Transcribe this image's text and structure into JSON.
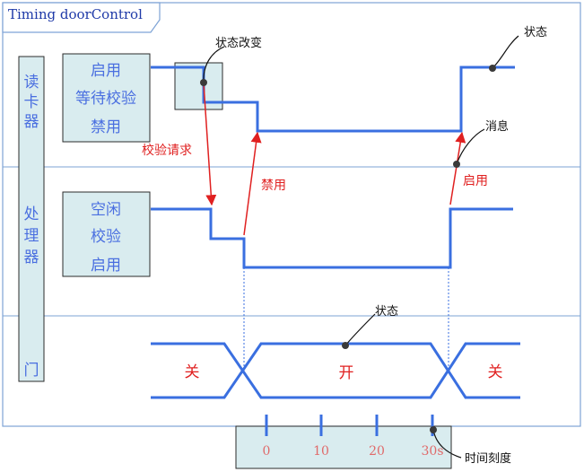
{
  "title": "Timing doorControl",
  "lanes": {
    "reader": [
      "读",
      "卡",
      "器"
    ],
    "processor": [
      "处",
      "理",
      "器"
    ],
    "door": [
      "门"
    ]
  },
  "reader_states": [
    "启用",
    "等待校验",
    "禁用"
  ],
  "processor_states": [
    "空闲",
    "校验",
    "启用"
  ],
  "door_states": {
    "closed_left": "关",
    "open": "开",
    "closed_right": "关"
  },
  "messages": {
    "verify_request": "校验请求",
    "disable": "禁用",
    "enable": "启用"
  },
  "annotations": {
    "state_change": "状态改变",
    "state_reader": "状态",
    "message": "消息",
    "state_door": "状态",
    "time_scale": "时间刻度"
  },
  "time_ticks": [
    "0",
    "10",
    "20",
    "30s"
  ],
  "colors": {
    "wave": "#3a6fe0",
    "message": "#e02020",
    "box": "#d9ecef"
  }
}
